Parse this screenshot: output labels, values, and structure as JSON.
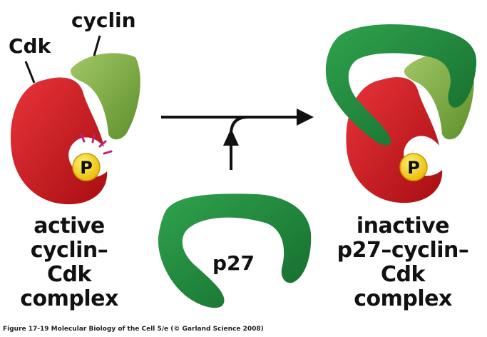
{
  "labels": {
    "cdk": "Cdk",
    "cyclin": "cyclin",
    "phosphate": "P",
    "phosphate_right": "P",
    "inhibitor": "p27",
    "active_line1": "active",
    "active_line2": "cyclin–Cdk",
    "active_line3": "complex",
    "inactive_line1": "inactive",
    "inactive_line2": "p27–cyclin–Cdk",
    "inactive_line3": "complex"
  },
  "caption": "Figure 17-19  Molecular Biology of the Cell 5/e (© Garland Science 2008)",
  "colors": {
    "cdk": "#d4141a",
    "cyclin": "#86b548",
    "p27": "#1f8a3c",
    "phosphate": "#f7d21a",
    "rays": "#c0207a",
    "arrow": "#111111"
  }
}
